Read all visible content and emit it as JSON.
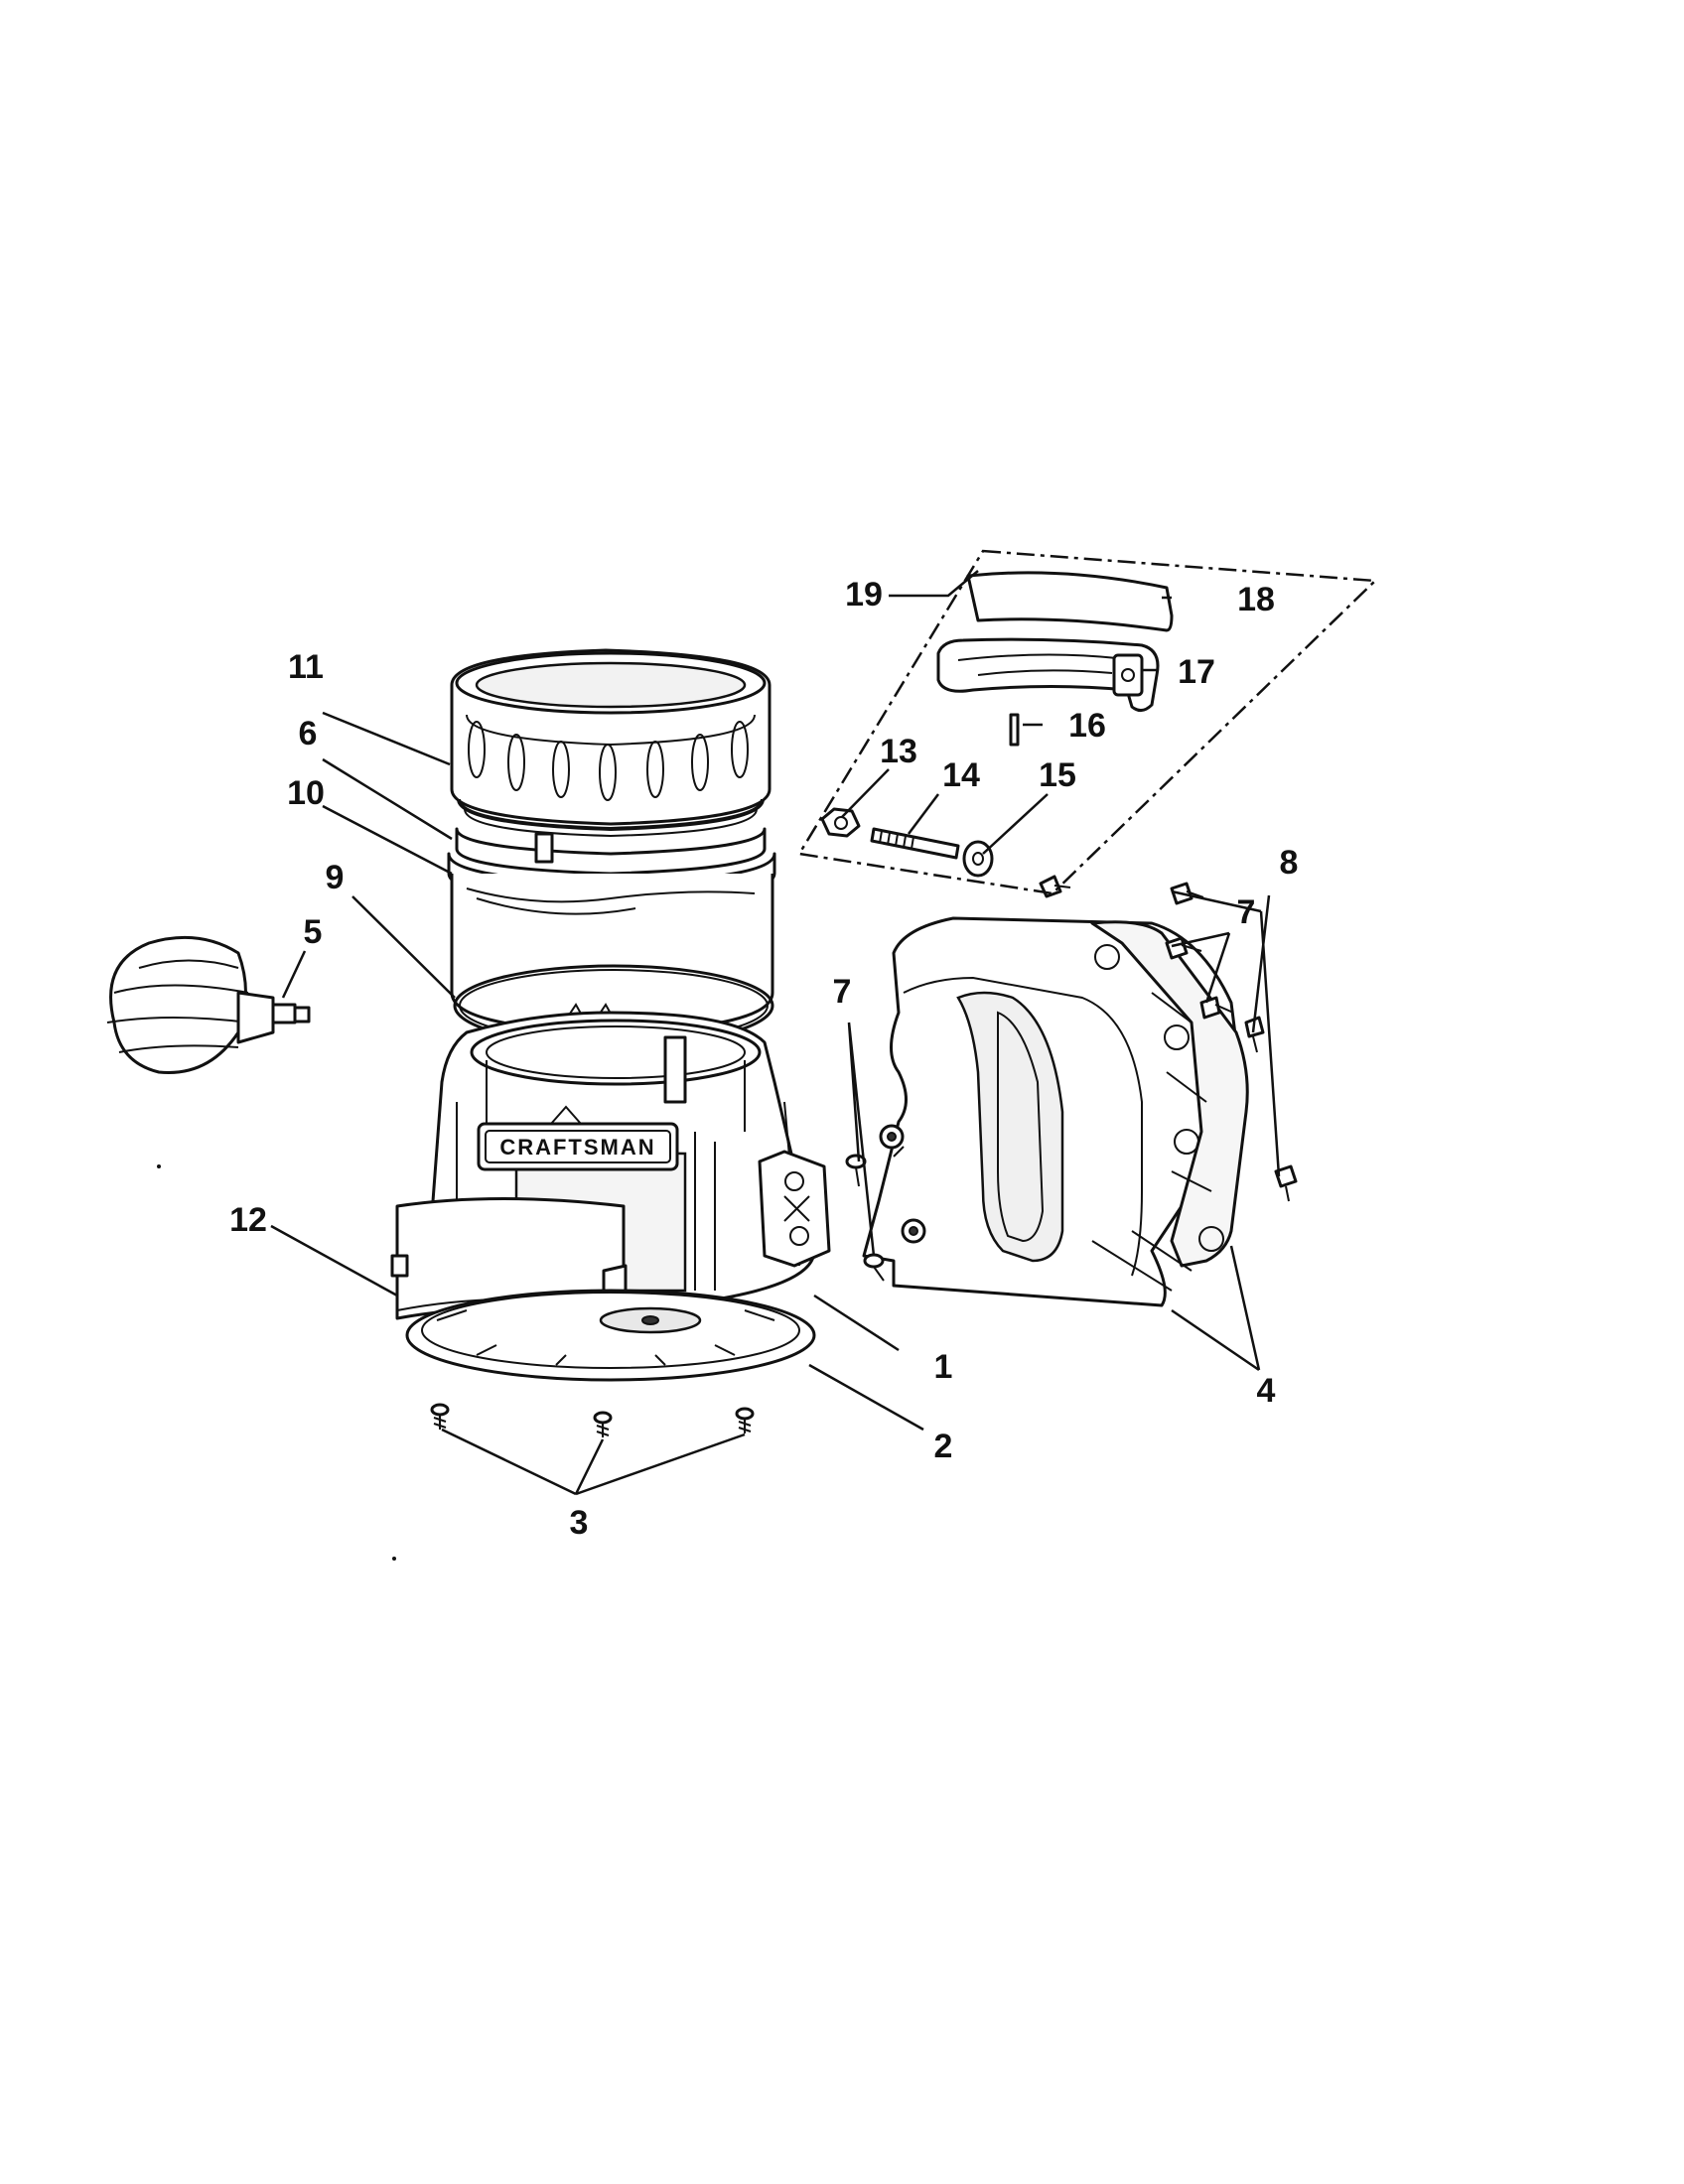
{
  "diagram": {
    "brand_label": "CRAFTSMAN",
    "callouts": [
      "1",
      "2",
      "3",
      "4",
      "5",
      "6",
      "7",
      "7",
      "8",
      "9",
      "10",
      "11",
      "12",
      "13",
      "14",
      "15",
      "16",
      "17",
      "18",
      "19"
    ]
  }
}
